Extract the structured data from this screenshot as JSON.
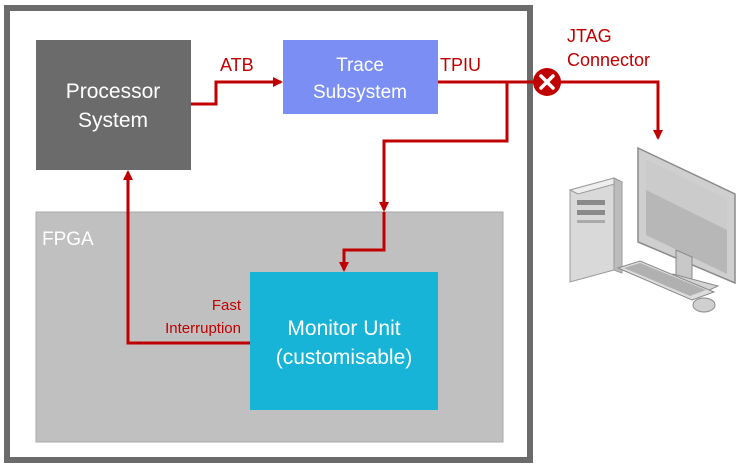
{
  "blocks": {
    "processor": {
      "line1": "Processor",
      "line2": "System"
    },
    "trace": {
      "line1": "Trace",
      "line2": "Subsystem"
    },
    "fpga": {
      "label": "FPGA"
    },
    "monitor": {
      "line1": "Monitor Unit",
      "line2": "(customisable)"
    }
  },
  "links": {
    "atb": "ATB",
    "tpiu": "TPIU",
    "jtag_line1": "JTAG",
    "jtag_line2": "Connector",
    "fast_line1": "Fast",
    "fast_line2": "Interruption"
  },
  "icons": {
    "disconnect": "x-circle-icon",
    "computer": "desktop-computer-icon"
  },
  "colors": {
    "outer_border": "#6b6b6b",
    "processor": "#6b6b6b",
    "trace": "#7b8ef4",
    "fpga": "#c0c0c0",
    "monitor": "#17b4d8",
    "link": "#c00000",
    "link_label": "#c00000"
  }
}
